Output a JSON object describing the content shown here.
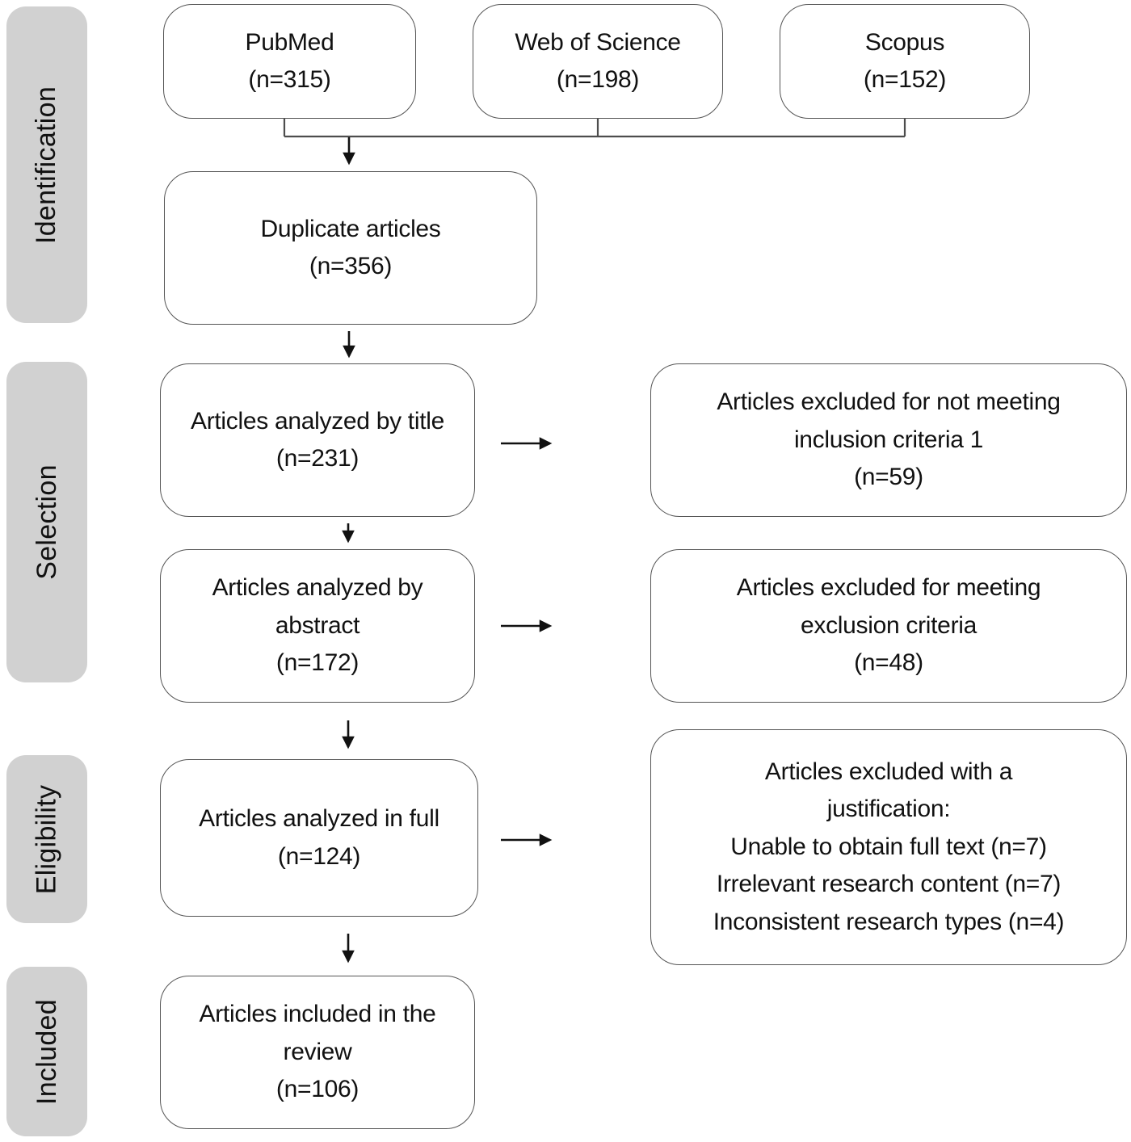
{
  "figure": {
    "type": "prisma-flow-diagram",
    "stages": [
      {
        "label": "Identification"
      },
      {
        "label": "Selection"
      },
      {
        "label": "Eligibility"
      },
      {
        "label": "Included"
      }
    ],
    "sources": [
      {
        "name": "PubMed",
        "count": "(n=315)"
      },
      {
        "name": "Web of Science",
        "count": "(n=198)"
      },
      {
        "name": "Scopus",
        "count": "(n=152)"
      }
    ],
    "boxes": {
      "duplicates": {
        "lines": [
          "Duplicate articles",
          "(n=356)"
        ]
      },
      "title": {
        "lines": [
          "Articles analyzed by title",
          "(n=231)"
        ]
      },
      "abstract": {
        "lines": [
          "Articles analyzed by",
          "abstract",
          "(n=172)"
        ]
      },
      "full": {
        "lines": [
          "Articles analyzed in full",
          "(n=124)"
        ]
      },
      "included": {
        "lines": [
          "Articles included in the",
          "review",
          "(n=106)"
        ]
      },
      "excluded_title": {
        "lines": [
          "Articles excluded for not meeting",
          "inclusion criteria 1",
          "(n=59)"
        ]
      },
      "excluded_abstract": {
        "lines": [
          "Articles excluded for meeting",
          "exclusion criteria",
          "(n=48)"
        ]
      },
      "excluded_full": {
        "lines": [
          "Articles excluded with a",
          "justification:",
          "Unable to obtain full text (n=7)",
          "Irrelevant research content (n=7)",
          "Inconsistent research types (n=4)"
        ]
      }
    },
    "colors": {
      "stage_fill": "#d1d1d1",
      "box_border": "#555555",
      "connector": "#4d4d4d",
      "arrow": "#111111",
      "text": "#111111",
      "background": "#ffffff"
    }
  }
}
